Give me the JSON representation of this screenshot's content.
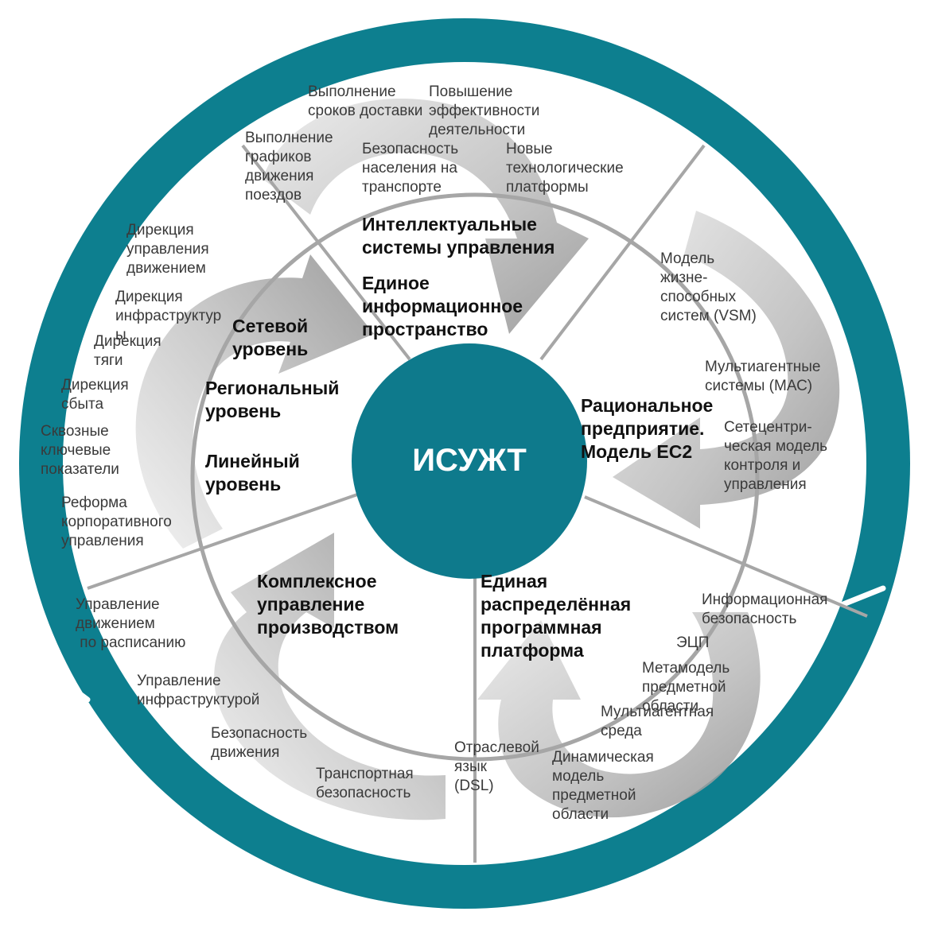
{
  "colors": {
    "ring": "#0d7f8f",
    "center": "#0e7a8c",
    "divider": "#a6a6a6",
    "arrow": "#b5b5b5"
  },
  "center": {
    "label": "ИСУЖТ"
  },
  "sectors": {
    "top": {
      "title_1": "Интеллектуальные\nсистемы управления",
      "title_2": "Единое\nинформационное\nпространство",
      "items": [
        "Выполнение\nсроков доставки",
        "Повышение\nэффективности\nдеятельности",
        "Выполнение\nграфиков\nдвижения\nпоездов",
        "Безопасность\nнаселения на\nтранспорте",
        "Новые\nтехнологические\nплатформы"
      ]
    },
    "left": {
      "levels": [
        "Сетевой\nуровень",
        "Региональный\nуровень",
        "Линейный\nуровень"
      ],
      "items": [
        "Дирекция\nуправления\nдвижением",
        "Дирекция\nинфраструктур\nы",
        "Дирекция\nтяги",
        "Дирекция\nсбыта",
        "Сквозные\nключевые\nпоказатели",
        "Реформа\nкорпоративного\nуправления"
      ]
    },
    "right": {
      "title": "Рациональное\nпредприятие.\nМодель EC2",
      "items": [
        "Модель\nжизне-\nспособных\nсистем (VSM)",
        "Мультиагентные\nсистемы (МАС)",
        "Сетецентри-\nческая модель\nконтроля и\nуправления"
      ]
    },
    "bottom_left": {
      "title": "Комплексное\nуправление\nпроизводством",
      "items": [
        "Управление\nдвижением\n по расписанию",
        "Управление\nинфраструктурой",
        "Безопасность\nдвижения",
        "Транспортная\nбезопасность"
      ]
    },
    "bottom_right": {
      "title": "Единая\nраспределённая\nпрограммная\nплатформа",
      "items": [
        "Информационная\nбезопасность",
        "ЭЦП",
        "Метамодель\nпредметной\nобласти",
        "Мультиагентная\nсреда",
        "Отраслевой\nязык\n(DSL)",
        "Динамическая\nмодель\nпредметной\nобласти"
      ]
    }
  }
}
